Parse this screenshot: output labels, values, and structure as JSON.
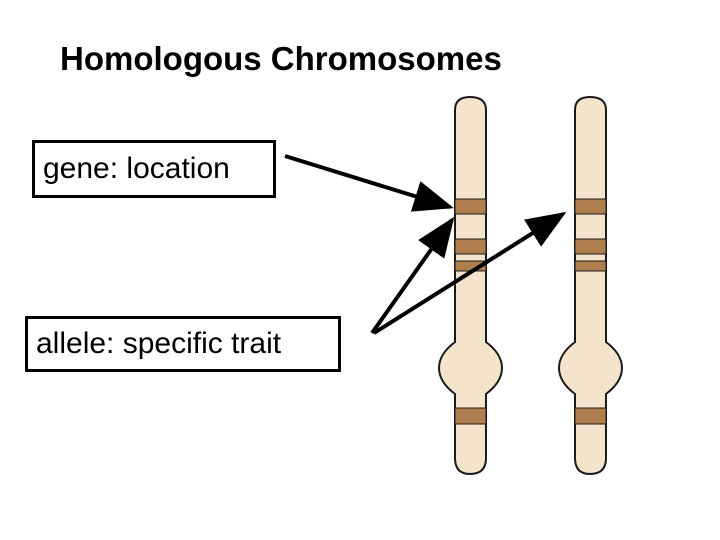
{
  "title": "Homologous Chromosomes",
  "labels": {
    "gene": "gene: location",
    "allele": "allele: specific trait"
  },
  "colors": {
    "chromosome_fill": "#f4e4cc",
    "chromosome_outline": "#1a1a1a",
    "band": "#b07e4e",
    "arrow": "#000000"
  }
}
